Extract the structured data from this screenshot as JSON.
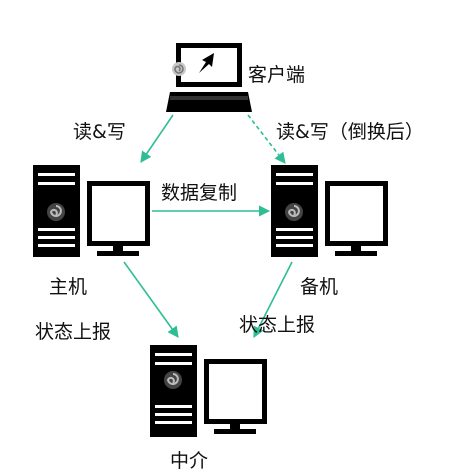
{
  "nodes": {
    "client": {
      "label": "客户端",
      "icon": "laptop-icon"
    },
    "primary": {
      "label": "主机",
      "icon": "desktop-computer-icon"
    },
    "standby": {
      "label": "备机",
      "icon": "desktop-computer-icon"
    },
    "arbiter": {
      "label": "中介",
      "icon": "desktop-computer-icon"
    }
  },
  "edges": {
    "client_to_primary": {
      "label": "读&写",
      "style": "solid"
    },
    "client_to_standby": {
      "label": "读&写（倒换后）",
      "style": "dashed"
    },
    "replication": {
      "label": "数据复制",
      "style": "solid"
    },
    "primary_status": {
      "label": "状态上报",
      "style": "solid"
    },
    "standby_status": {
      "label": "状态上报",
      "style": "solid"
    }
  },
  "colors": {
    "arrow": "#2ebd95",
    "device": "#000000",
    "watermark": "#bfbfbf"
  }
}
